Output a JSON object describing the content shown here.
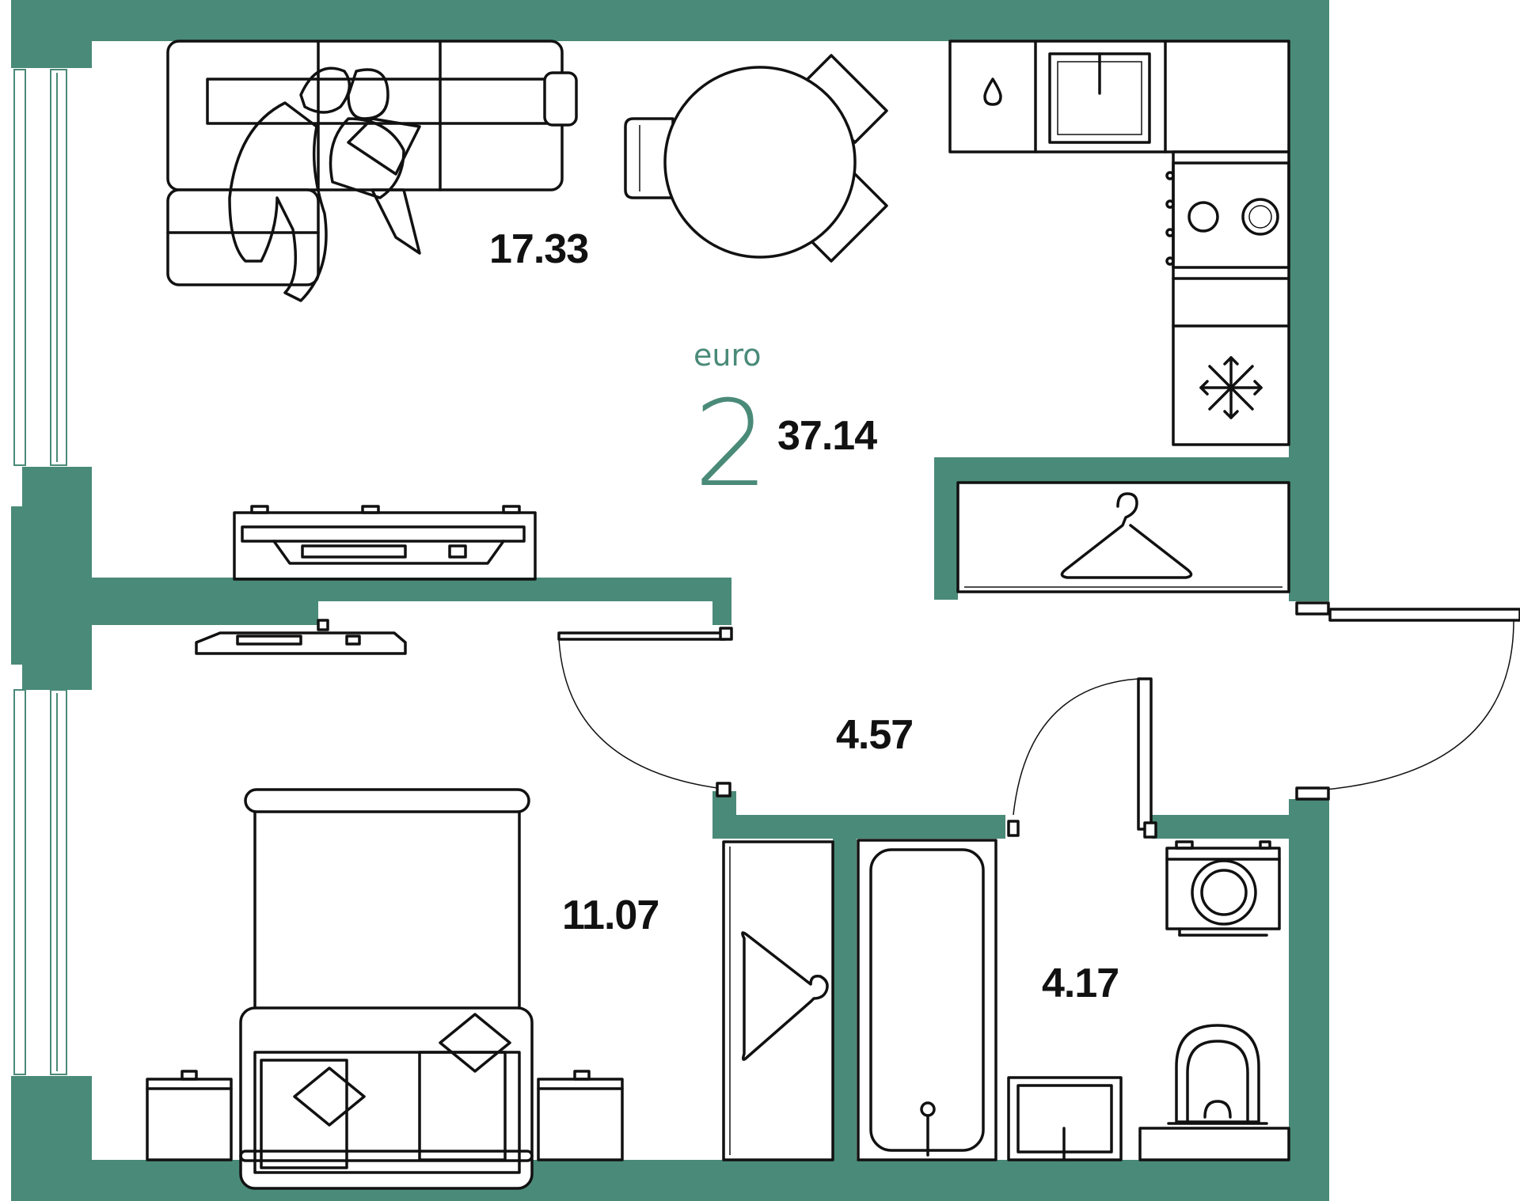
{
  "plan": {
    "apartment_type_label": "euro",
    "rooms_count": "2",
    "total_area": "37.14",
    "rooms": [
      {
        "id": "living-kitchen",
        "area": "17.33"
      },
      {
        "id": "hallway",
        "area": "4.57"
      },
      {
        "id": "bedroom",
        "area": "11.07"
      },
      {
        "id": "bathroom",
        "area": "4.17"
      }
    ]
  },
  "colors": {
    "wall": "#4a8a78",
    "accent_text": "#4a8a78",
    "line": "#111111",
    "background": "#ffffff"
  },
  "icons": [
    "sofa-icon",
    "people-icon",
    "dining-table-icon",
    "sink-icon",
    "stove-icon",
    "fridge-snowflake-icon",
    "hanger-icon",
    "tv-icon",
    "bed-icon",
    "wardrobe-icon",
    "bathtub-icon",
    "washing-machine-icon",
    "toilet-icon",
    "washbasin-icon",
    "water-drop-icon"
  ]
}
